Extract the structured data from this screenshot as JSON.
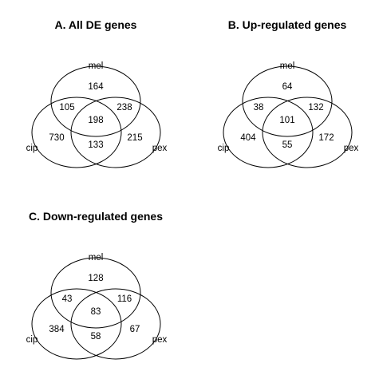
{
  "panels": [
    {
      "title": "A. All DE genes",
      "sets": {
        "top": "mel",
        "left": "cip",
        "right": "pex"
      },
      "counts": {
        "mel_only": "164",
        "mel_cip": "105",
        "mel_pex": "238",
        "all_three": "198",
        "cip_only": "730",
        "cip_pex": "133",
        "pex_only": "215"
      }
    },
    {
      "title": "B. Up-regulated genes",
      "sets": {
        "top": "mel",
        "left": "cip",
        "right": "pex"
      },
      "counts": {
        "mel_only": "64",
        "mel_cip": "38",
        "mel_pex": "132",
        "all_three": "101",
        "cip_only": "404",
        "cip_pex": "55",
        "pex_only": "172"
      }
    },
    {
      "title": "C. Down-regulated genes",
      "sets": {
        "top": "mel",
        "left": "cip",
        "right": "pex"
      },
      "counts": {
        "mel_only": "128",
        "mel_cip": "43",
        "mel_pex": "116",
        "all_three": "83",
        "cip_only": "384",
        "cip_pex": "58",
        "pex_only": "67"
      }
    }
  ]
}
